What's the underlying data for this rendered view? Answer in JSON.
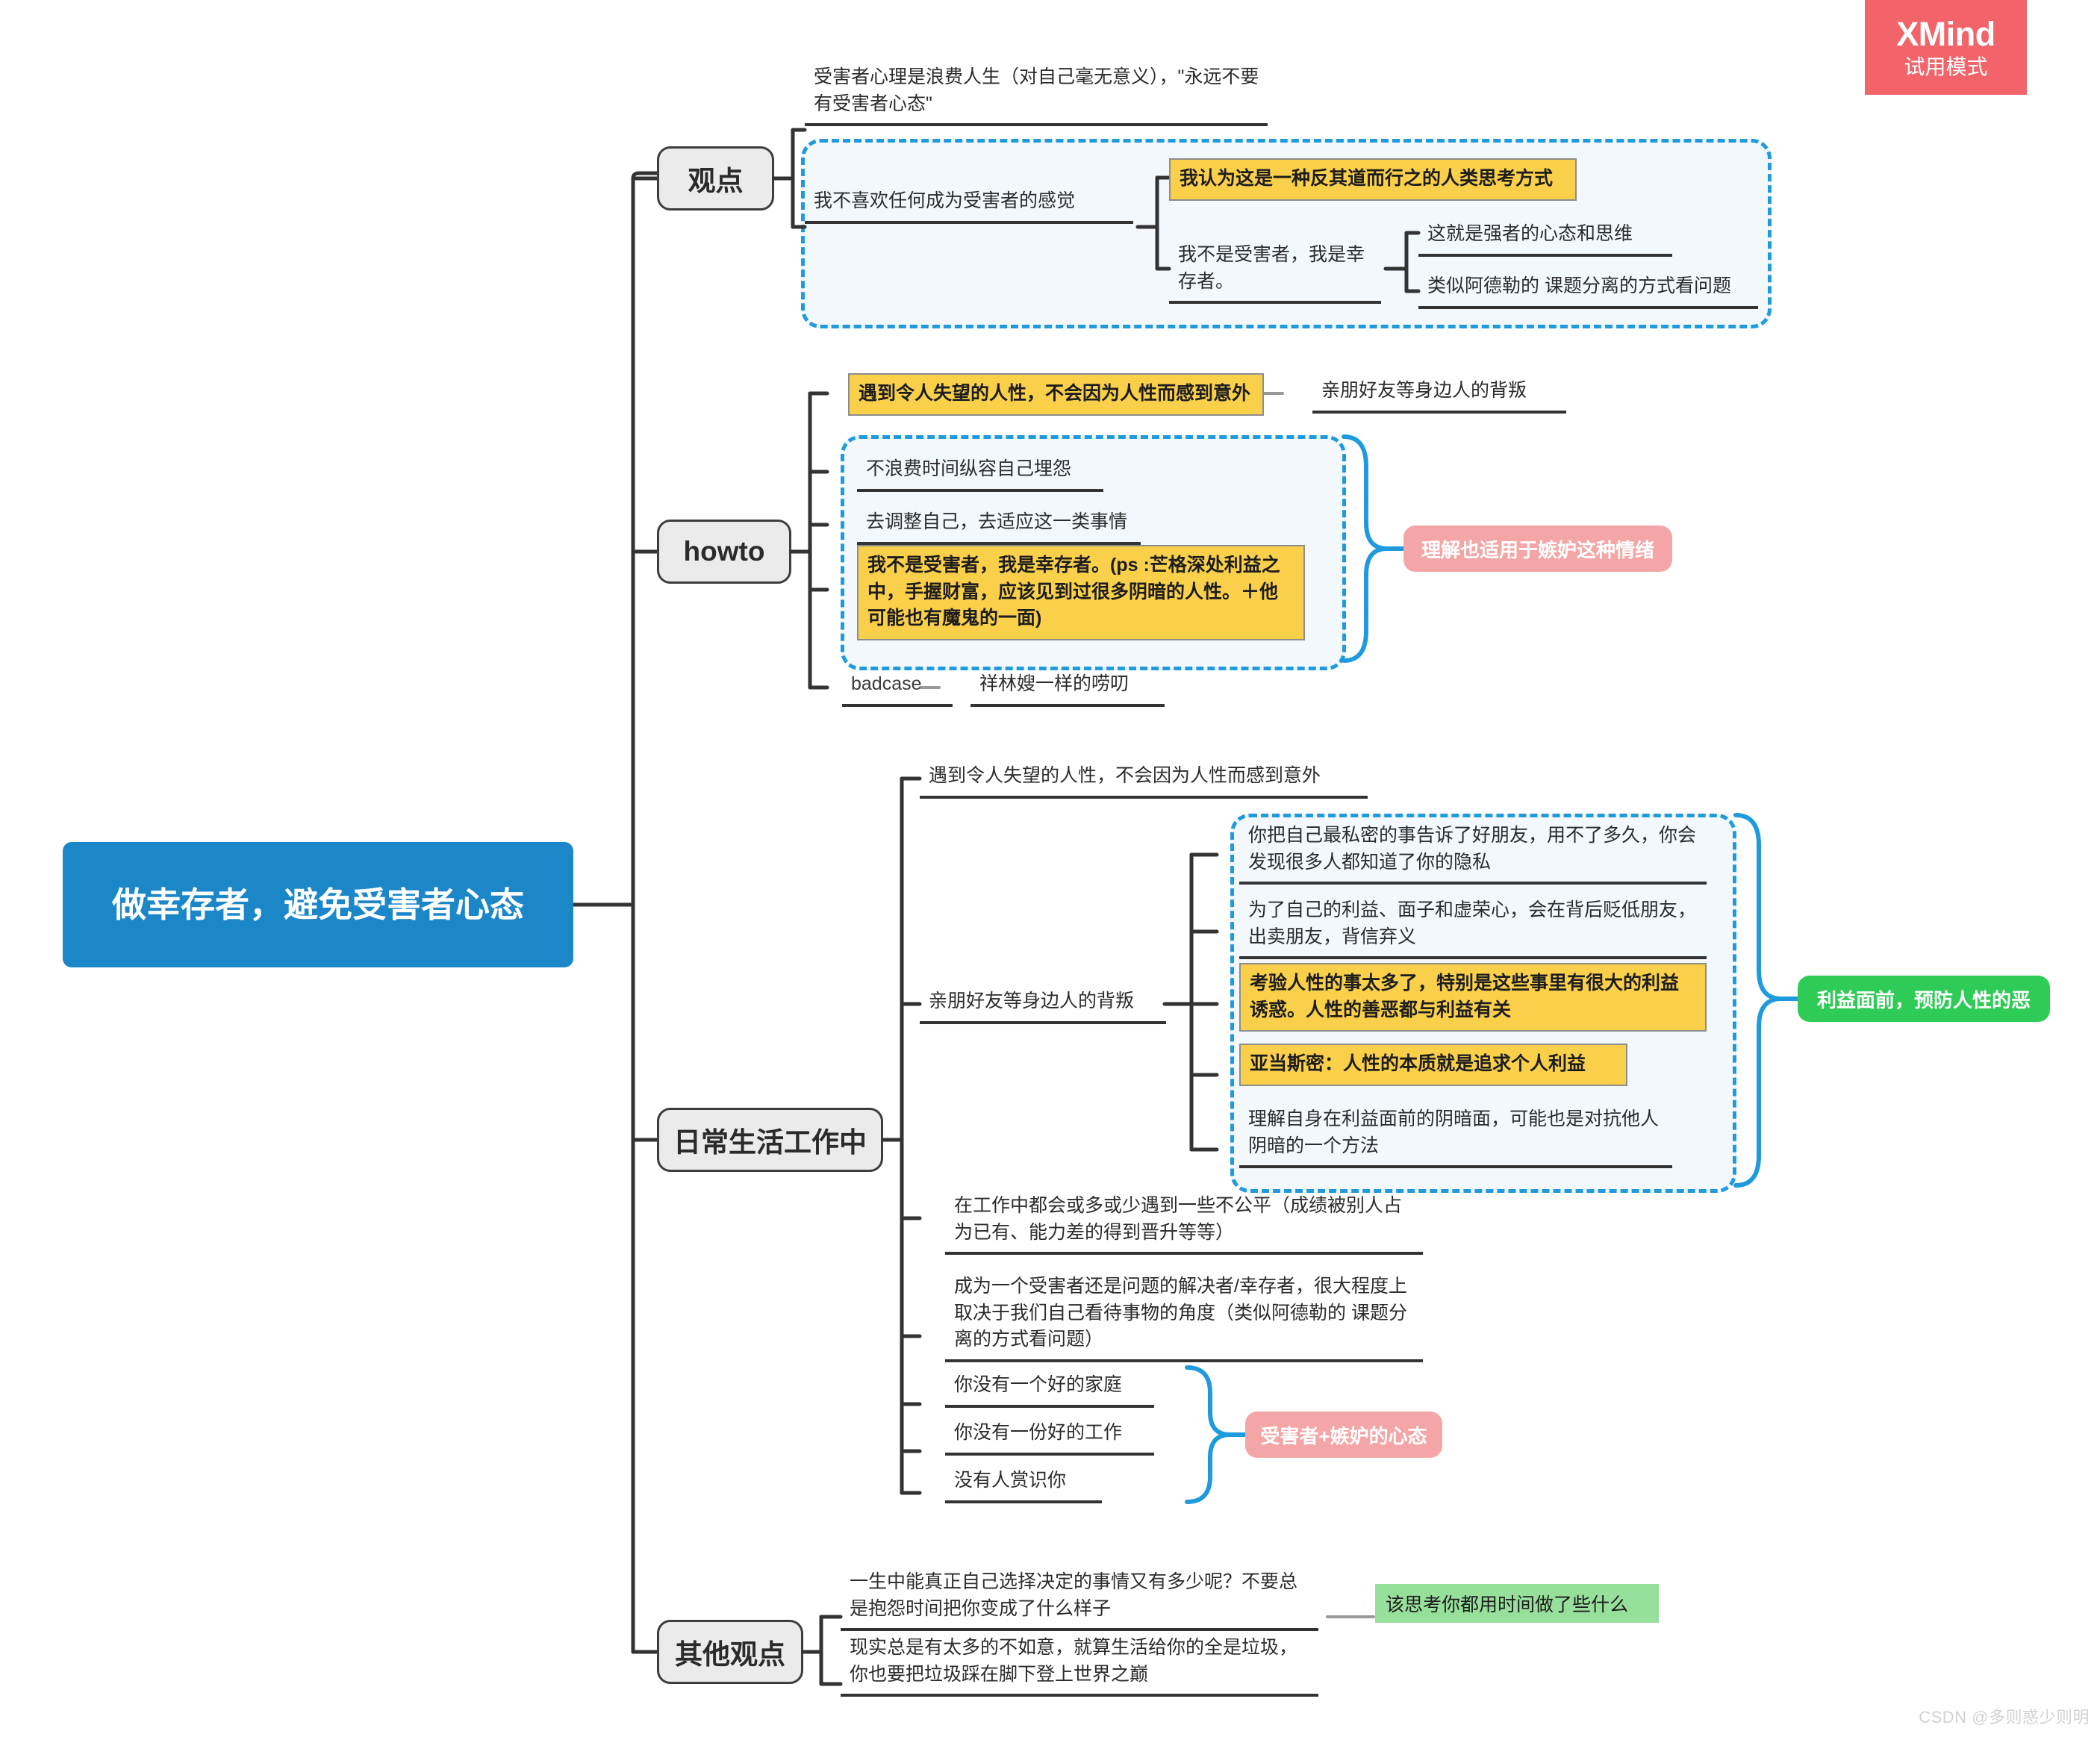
{
  "app": {
    "watermark_brand": "XMind",
    "watermark_mode": "试用模式",
    "footer_watermark": "CSDN @多则惑少则明",
    "brand_color": "#F2646A",
    "root_color": "#1b87c9",
    "highlight_yellow": "#FAD04B",
    "callout_pink": "#F4A6A6",
    "callout_green": "#2ECC56",
    "tag_green": "#97E09B",
    "boundary_blue": "#1f9bdd"
  },
  "root": {
    "title": "做幸存者，避免受害者心态"
  },
  "branches": [
    {
      "id": "guandian",
      "label": "观点",
      "topics": [
        {
          "id": "g1",
          "text": "受害者心理是浪费人生（对自己毫无意义），\"永远不要有受害者心态\""
        },
        {
          "id": "g2",
          "text": "我不喜欢任何成为受害者的感觉"
        },
        {
          "id": "g3",
          "text": "我认为这是一种反其道而行之的人类思考方式"
        },
        {
          "id": "g4",
          "text": "我不是受害者，我是幸存者。"
        },
        {
          "id": "g5",
          "text": "这就是强者的心态和思维"
        },
        {
          "id": "g6",
          "text": "类似阿德勒的 课题分离的方式看问题"
        }
      ]
    },
    {
      "id": "howto",
      "label": "howto",
      "topics": [
        {
          "id": "h1",
          "text": "遇到令人失望的人性，不会因为人性而感到意外"
        },
        {
          "id": "h2",
          "text": "亲朋好友等身边人的背叛"
        },
        {
          "id": "h3",
          "text": "不浪费时间纵容自己埋怨"
        },
        {
          "id": "h4",
          "text": "去调整自己，去适应这一类事情"
        },
        {
          "id": "h5",
          "text": "我不是受害者，我是幸存者。(ps :芒格深处利益之中，手握财富，应该见到过很多阴暗的人性。＋他可能也有魔鬼的一面)"
        },
        {
          "id": "h6",
          "text": "badcase"
        },
        {
          "id": "h7",
          "text": "祥林嫂一样的唠叨"
        }
      ],
      "callout": "理解也适用于嫉妒这种情绪"
    },
    {
      "id": "daily",
      "label": "日常生活工作中",
      "topics": [
        {
          "id": "d1",
          "text": "遇到令人失望的人性，不会因为人性而感到意外"
        },
        {
          "id": "d2",
          "text": "亲朋好友等身边人的背叛"
        },
        {
          "id": "d3",
          "text": "你把自己最私密的事告诉了好朋友，用不了多久，你会发现很多人都知道了你的隐私"
        },
        {
          "id": "d4",
          "text": "为了自己的利益、面子和虚荣心，会在背后贬低朋友，出卖朋友，背信弃义"
        },
        {
          "id": "d5",
          "text": "考验人性的事太多了，特别是这些事里有很大的利益诱惑。人性的善恶都与利益有关"
        },
        {
          "id": "d6",
          "text": "亚当斯密：人性的本质就是追求个人利益"
        },
        {
          "id": "d7",
          "text": "理解自身在利益面前的阴暗面，可能也是对抗他人阴暗的一个方法"
        },
        {
          "id": "d8",
          "text": "在工作中都会或多或少遇到一些不公平（成绩被别人占为已有、能力差的得到晋升等等）"
        },
        {
          "id": "d9",
          "text": "成为一个受害者还是问题的解决者/幸存者，很大程度上取决于我们自己看待事物的角度（类似阿德勒的 课题分离的方式看问题）"
        },
        {
          "id": "d10",
          "text": "你没有一个好的家庭"
        },
        {
          "id": "d11",
          "text": "你没有一份好的工作"
        },
        {
          "id": "d12",
          "text": "没有人赏识你"
        }
      ],
      "callout_green": "利益面前，预防人性的恶",
      "callout_pink": "受害者+嫉妒的心态"
    },
    {
      "id": "other",
      "label": "其他观点",
      "topics": [
        {
          "id": "o1",
          "text": "一生中能真正自己选择决定的事情又有多少呢？不要总是抱怨时间把你变成了什么样子"
        },
        {
          "id": "o2",
          "text": "现实总是有太多的不如意，就算生活给你的全是垃圾，你也要把垃圾踩在脚下登上世界之巅"
        }
      ],
      "tag": "该思考你都用时间做了些什么"
    }
  ]
}
